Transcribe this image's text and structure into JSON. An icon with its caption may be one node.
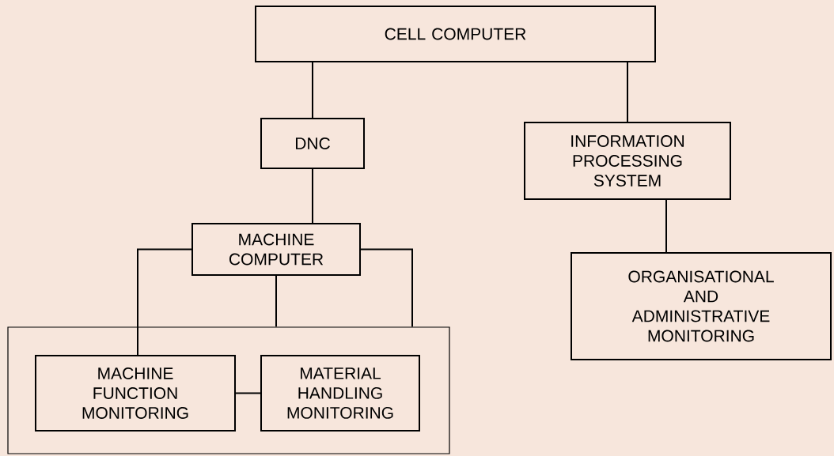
{
  "diagram": {
    "nodes": [
      {
        "text": [
          "CELL COMPUTER"
        ]
      },
      {
        "text": [
          "DNC"
        ]
      },
      {
        "text": [
          "INFORMATION PROCESSING SYSTEM"
        ]
      },
      {
        "text": [
          "MACHINE COMPUTER"
        ]
      },
      {
        "text": [],
        "shape": "box"
      },
      {
        "text": [
          "MACHINE FUNCTION MONITORING"
        ],
        "in": 4
      },
      {
        "text": [
          "MATERIAL HANDLING MONITORING"
        ],
        "in": 4
      },
      {
        "text": [
          "ORGANISATIONAL AND ADMINISTRATIVE MONITORING"
        ]
      }
    ],
    "edges": [
      {
        "from": 0,
        "to": 1,
        "arrow": "none"
      },
      {
        "from": 0,
        "to": 2,
        "arrow": "none"
      },
      {
        "from": 1,
        "to": 3,
        "arrow": "none"
      },
      {
        "from": 2,
        "to": 7,
        "arrow": "none"
      },
      {
        "from": 3,
        "to": 5,
        "arrow": "none"
      },
      {
        "from": 3,
        "to": 4,
        "arrow": "none"
      },
      {
        "from": 3,
        "to": 4,
        "arrow": "none"
      },
      {
        "from": 5,
        "to": 6,
        "arrow": "none"
      }
    ]
  }
}
